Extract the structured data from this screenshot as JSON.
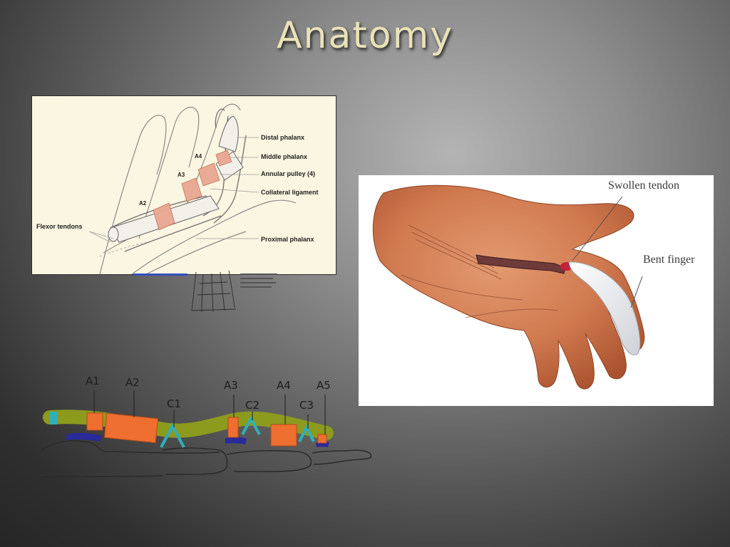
{
  "slide": {
    "title": "Anatomy"
  },
  "diagram1": {
    "labels": {
      "distal_phalanx": "Distal phalanx",
      "middle_phalanx": "Middle phalanx",
      "annular_pulley": "Annular pulley (4)",
      "collateral_ligament": "Collateral ligament",
      "flexor_tendons": "Flexor tendons",
      "proximal_phalanx": "Proximal phalanx"
    },
    "pulley_marks": {
      "a4": "A4",
      "a3": "A3",
      "a2": "A2"
    }
  },
  "photo": {
    "labels": {
      "swollen_tendon": "Swollen tendon",
      "bent_finger": "Bent finger"
    }
  },
  "pulley_diagram": {
    "labels": {
      "a1": "A1",
      "a2": "A2",
      "a3": "A3",
      "a4": "A4",
      "a5": "A5",
      "c1": "C1",
      "c2": "C2",
      "c3": "C3"
    }
  },
  "colors": {
    "annular_pulley": "#ee6f2f",
    "cruciate_pulley": "#2fb0b8",
    "tendon_sheath": "#8c9a1e",
    "volar_plate": "#2a2a9a",
    "title": "#e9e2b7"
  }
}
